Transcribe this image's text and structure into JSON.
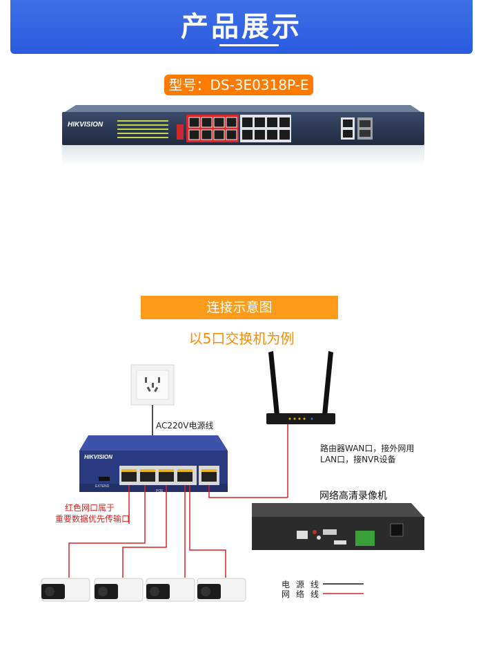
{
  "header": {
    "title": "产品展示"
  },
  "product": {
    "model_label": "型号：DS-3E0318P-E",
    "brand": "HIKVISION"
  },
  "section": {
    "title": "连接示意图",
    "subtitle": "以5口交换机为例"
  },
  "diagram": {
    "power_cable_label": "AC220V电源线",
    "router_note_line1": "路由器WAN口，接外网用",
    "router_note_line2": "LAN口，接NVR设备",
    "nvr_label": "网络高清录像机",
    "red_port_note_line1": "红色网口属于",
    "red_port_note_line2": "重要数据优先传输口",
    "switch_brand": "HIKVISION",
    "switch_extend": "EXTEND",
    "switch_poe": "POE"
  },
  "legend": {
    "power_label": "电源线",
    "network_label": "网络线"
  },
  "colors": {
    "banner": "#2f63e4",
    "accent_orange": "#ff7a00",
    "network_line": "#e02020",
    "power_line": "#111111"
  }
}
